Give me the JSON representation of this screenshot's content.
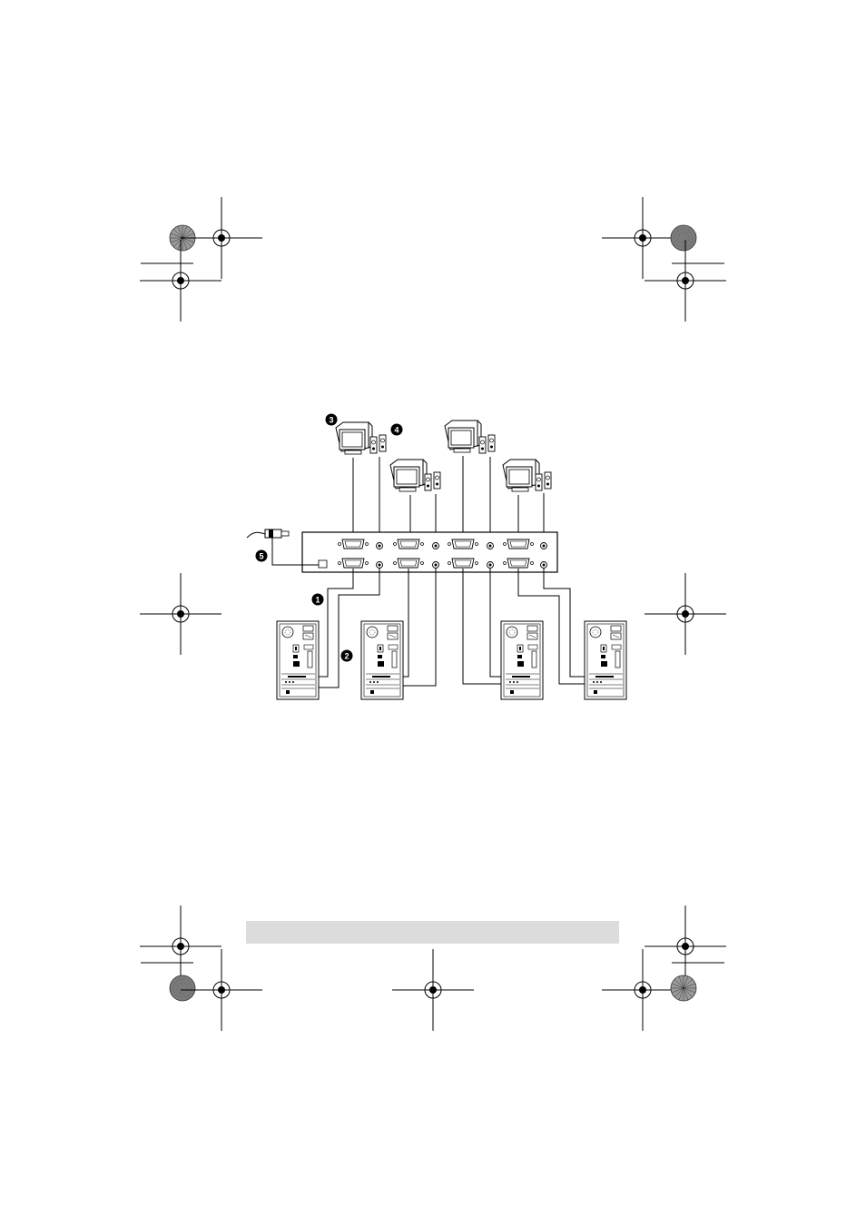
{
  "diagram": {
    "callouts": [
      {
        "number": "1",
        "target": "vga-cable"
      },
      {
        "number": "2",
        "target": "audio-cable"
      },
      {
        "number": "3",
        "target": "console-monitor"
      },
      {
        "number": "4",
        "target": "console-speakers"
      },
      {
        "number": "5",
        "target": "power-adapter"
      }
    ],
    "console_stations": 4,
    "computers": 4
  },
  "colors": {
    "ink": "#000000",
    "paper": "#ffffff",
    "footer_bar": "#dcdcdc",
    "registration_fill": "#8a8a8a"
  }
}
